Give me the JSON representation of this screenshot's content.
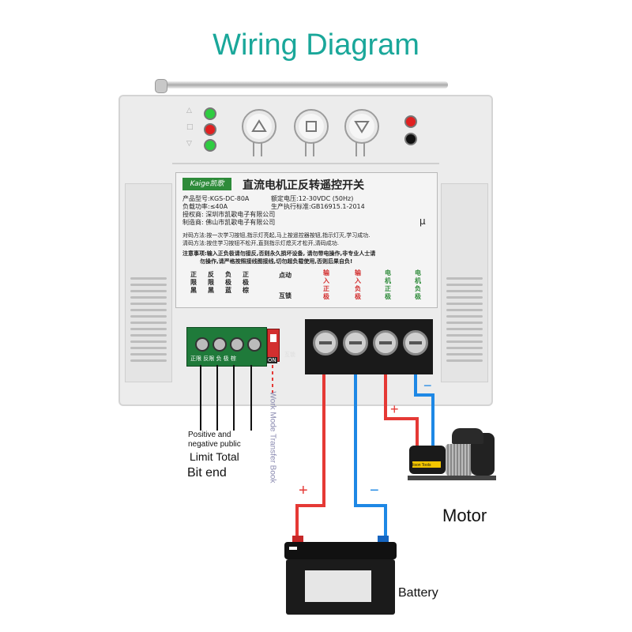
{
  "title": "Wiring Diagram",
  "device": {
    "brand": "Kaige凯歌",
    "product_name": "直流电机正反转遥控开关",
    "model_line": "产品型号:KGS-DC-80A",
    "voltage_line": "额定电压:12-30VDC (50Hz)",
    "load_line": "负载功率:≤40A",
    "standard_line": "生产执行标准:GB16915.1-2014",
    "license_line": "授权商: 深圳市凯歌电子有限公司",
    "maker_line": "制造商: 佛山市凯歌电子有限公司",
    "pairing_line": "对码方法:按一次学习按钮,指示灯亮起,马上按遥控器按钮,指示灯灭,学习成功.",
    "clear_line": "清码方法:按住学习按钮不松开,直到指示灯熄灭才松开,清码成功.",
    "notice_line1": "注意事项:输入正负极请勿接反,否则永久损坏设备, 请勿带电操作,非专业人士请",
    "notice_line2": "勿操作,请严格按照接线图接线,切勿超负载使用,否则后果自负!",
    "mu_symbol": "μ",
    "limit_labels": [
      "正限黑",
      "反限黑",
      "负极蓝",
      "正极棕"
    ],
    "mode_labels": [
      "点动",
      "互锁"
    ],
    "power_labels": [
      {
        "text": "输入正极",
        "color": "#d32f2f"
      },
      {
        "text": "输入负极",
        "color": "#d32f2f"
      },
      {
        "text": "电机正极",
        "color": "#2e8b3a"
      },
      {
        "text": "电机负极",
        "color": "#2e8b3a"
      }
    ],
    "terminal_labels": "正限 反限 负 极 棕",
    "switch_label": "ON",
    "switch_mode_label": "互锁"
  },
  "annotations": {
    "limit_desc_line1": "Positive and",
    "limit_desc_line2": "negative public",
    "limit_desc_line3": "Limit Total",
    "limit_desc_line4": "Bit end",
    "work_mode": "Work Mode Transfer Book",
    "battery_plus": "+",
    "battery_minus": "−",
    "motor_plus": "+",
    "motor_minus": "−",
    "motor": "Motor",
    "battery": "Battery",
    "winch_brand": "Bison Tools"
  },
  "colors": {
    "positive_wire": "#e53935",
    "negative_wire": "#1e88e5",
    "limit_wire": "#111111",
    "title": "#1aa79a"
  }
}
